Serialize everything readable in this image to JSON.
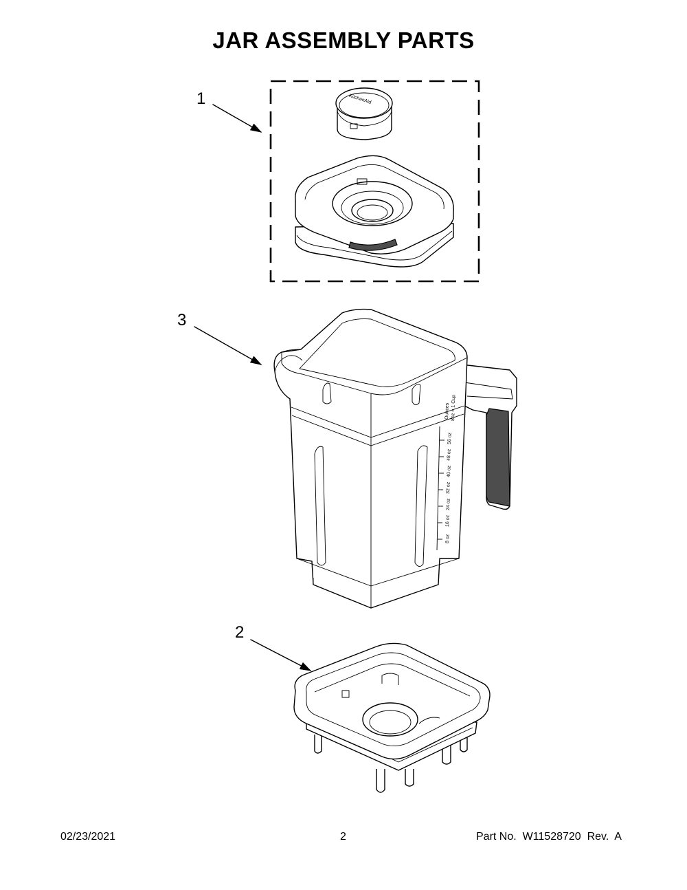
{
  "title": "JAR ASSEMBLY PARTS",
  "callouts": [
    {
      "label": "1"
    },
    {
      "label": "3"
    },
    {
      "label": "2"
    }
  ],
  "jar_markings": [
    "Ounces",
    "8oz = 1 Cup",
    "56 oz",
    "48 oz",
    "40 oz",
    "32 oz",
    "24 oz",
    "16 oz",
    "8 oz"
  ],
  "lid_logo_text": "KitchenAid",
  "footer": {
    "date": "02/23/2021",
    "page_number": "2",
    "part_number": "Part No.  W11528720  Rev.  A"
  }
}
